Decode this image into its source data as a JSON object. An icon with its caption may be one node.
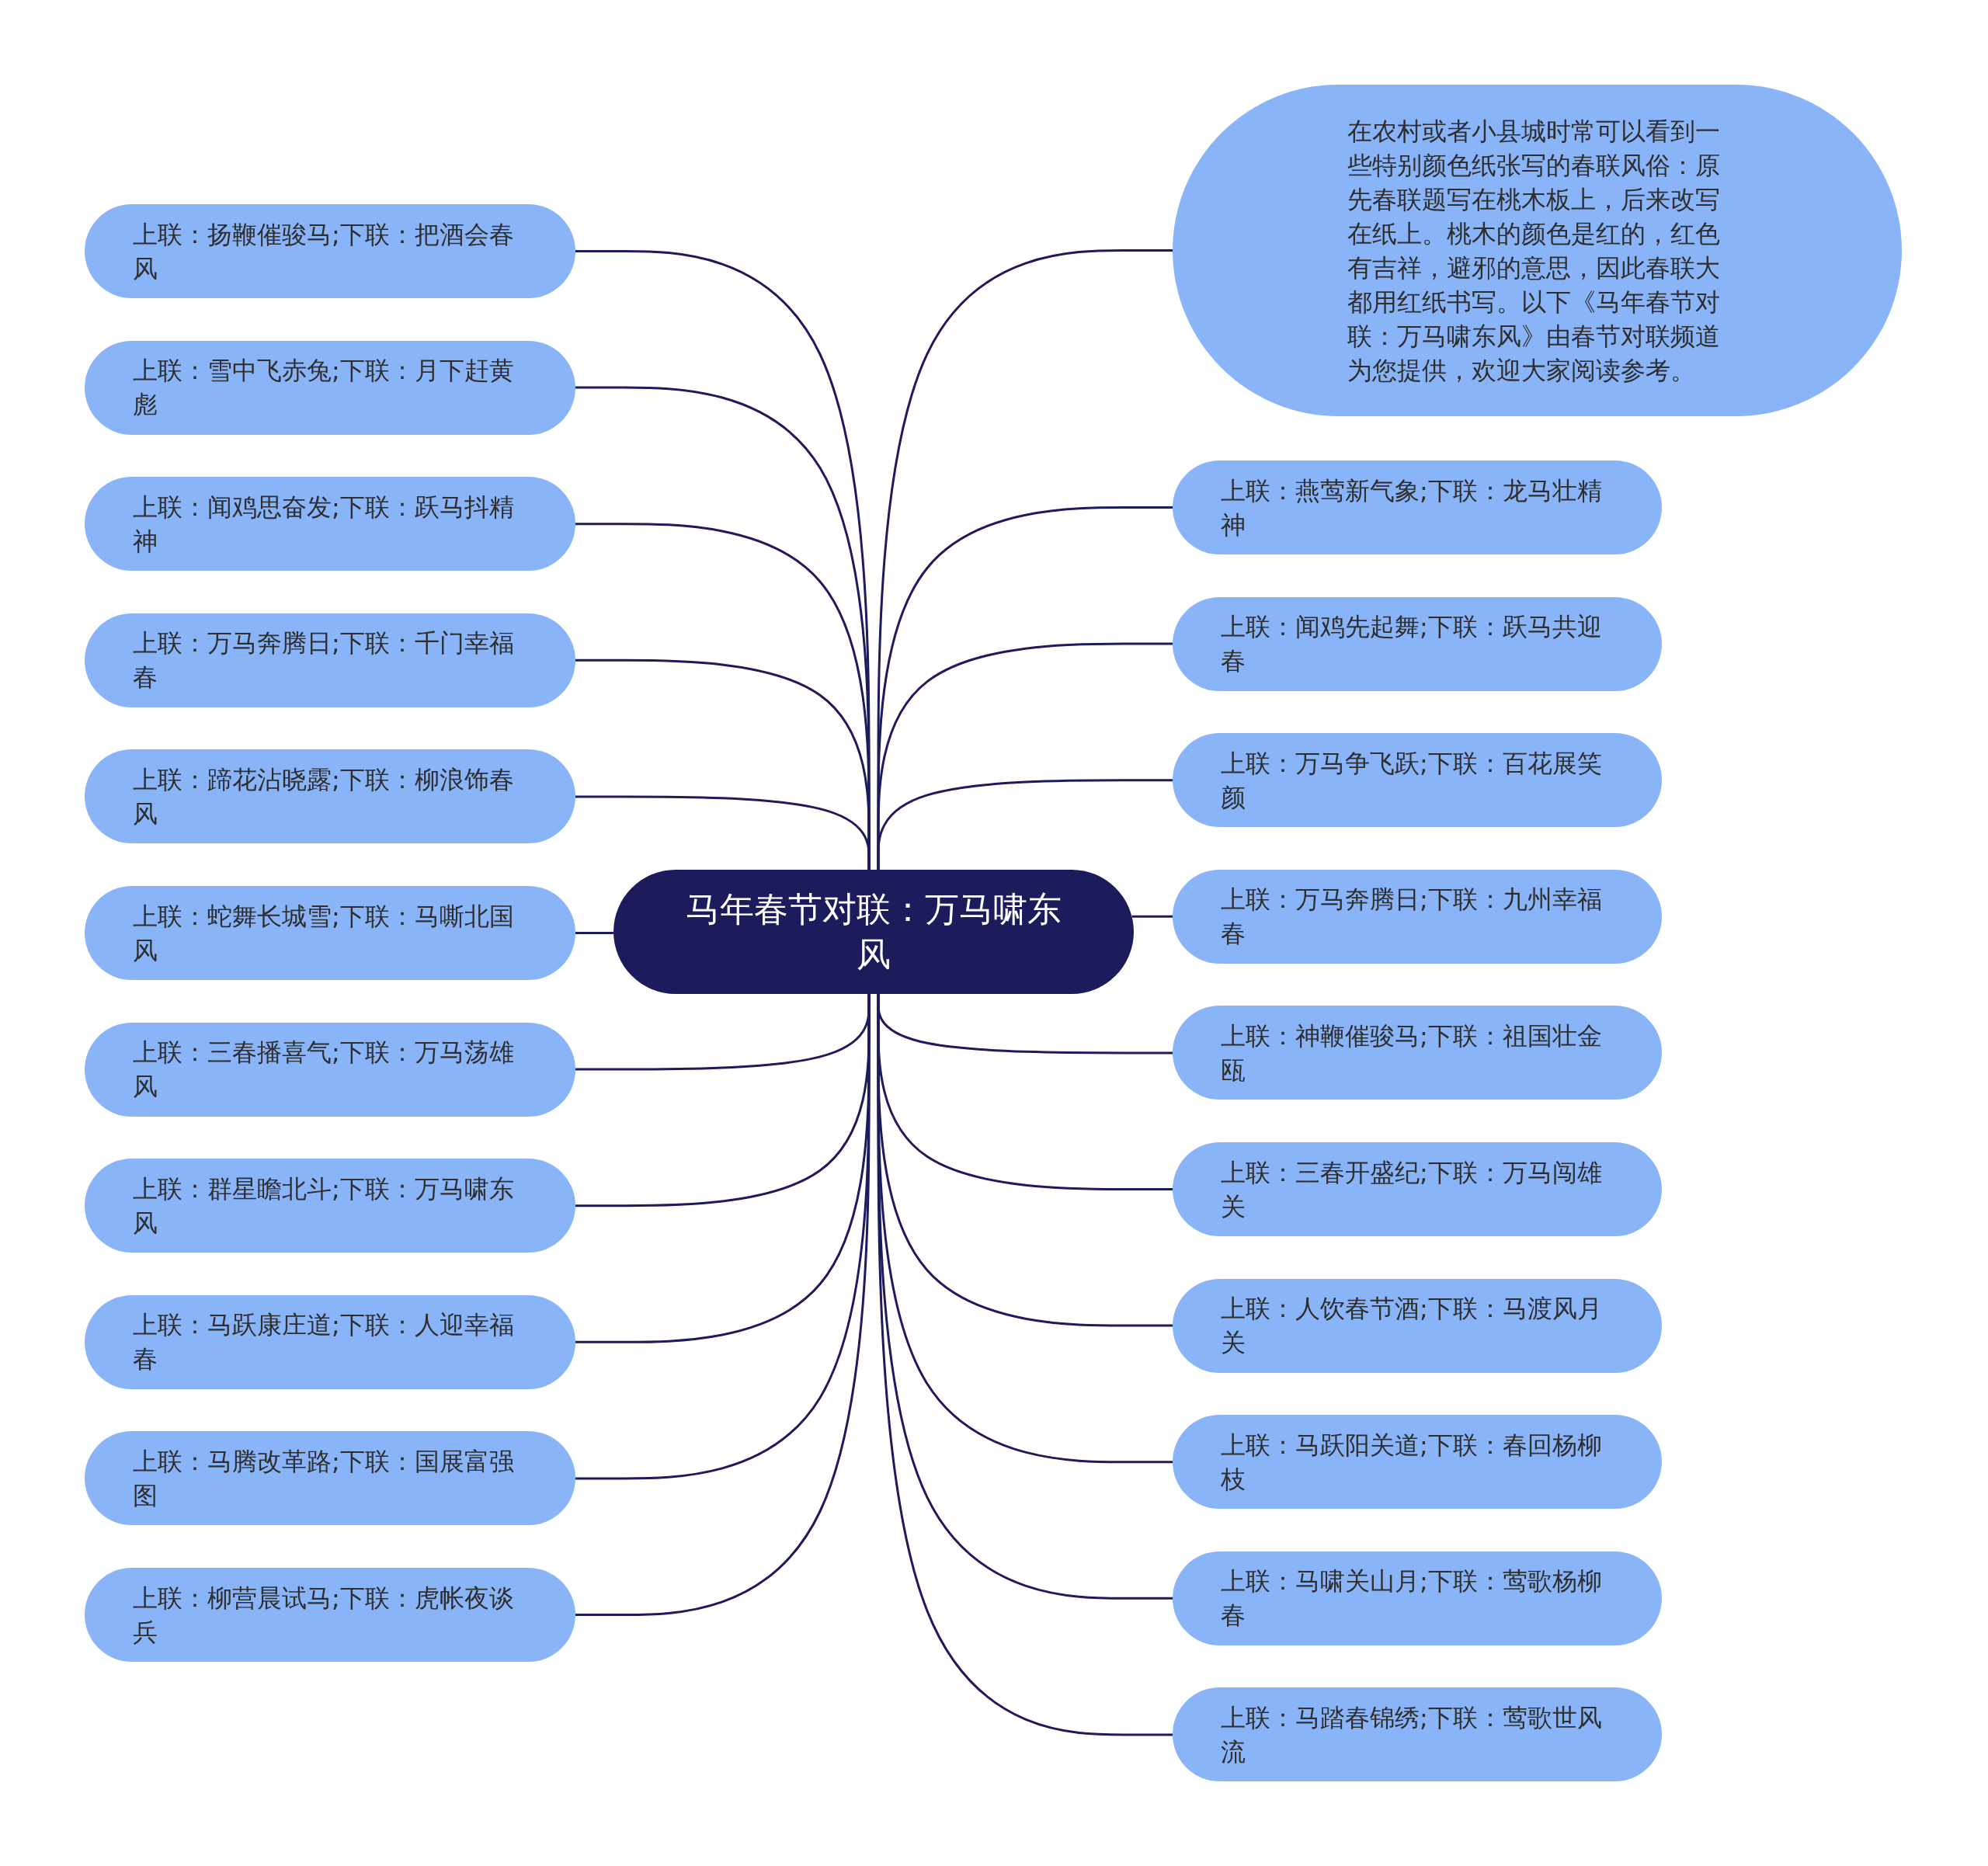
{
  "diagram": {
    "nodes": [
      {
        "text": [
          "马年春节对联：万马啸东风"
        ]
      },
      {
        "text": [
          "上联：扬鞭催骏马;下联：把酒会春风"
        ]
      },
      {
        "text": [
          "上联：雪中飞赤兔;下联：月下赶黄彪"
        ]
      },
      {
        "text": [
          "上联：闻鸡思奋发;下联：跃马抖精神"
        ]
      },
      {
        "text": [
          "上联：万马奔腾日;下联：千门幸福春"
        ]
      },
      {
        "text": [
          "上联：蹄花沾晓露;下联：柳浪饰春风"
        ]
      },
      {
        "text": [
          "上联：蛇舞长城雪;下联：马嘶北国风"
        ]
      },
      {
        "text": [
          "上联：三春播喜气;下联：万马荡雄风"
        ]
      },
      {
        "text": [
          "上联：群星瞻北斗;下联：万马啸东风"
        ]
      },
      {
        "text": [
          "上联：马跃康庄道;下联：人迎幸福春"
        ]
      },
      {
        "text": [
          "上联：马腾改革路;下联：国展富强图"
        ]
      },
      {
        "text": [
          "上联：柳营晨试马;下联：虎帐夜谈兵"
        ]
      },
      {
        "text": [
          "在农村或者小县城时常可以看到一些特别颜色纸张写的春联风俗：原先春联题写在桃木板上，后来改写在纸上。桃木的颜色是红的，红色有吉祥，避邪的意思，因此春联大都用红纸书写。以下《马年春节对联：万马啸东风》由春节对联频道为您提供，欢迎大家阅读参考。"
        ]
      },
      {
        "text": [
          "上联：燕莺新气象;下联：龙马壮精神"
        ]
      },
      {
        "text": [
          "上联：闻鸡先起舞;下联：跃马共迎春"
        ]
      },
      {
        "text": [
          "上联：万马争飞跃;下联：百花展笑颜"
        ]
      },
      {
        "text": [
          "上联：万马奔腾日;下联：九州幸福春"
        ]
      },
      {
        "text": [
          "上联：神鞭催骏马;下联：祖国壮金瓯"
        ]
      },
      {
        "text": [
          "上联：三春开盛纪;下联：万马闯雄关"
        ]
      },
      {
        "text": [
          "上联：人饮春节酒;下联：马渡风月关"
        ]
      },
      {
        "text": [
          "上联：马跃阳关道;下联：春回杨柳枝"
        ]
      },
      {
        "text": [
          "上联：马啸关山月;下联：莺歌杨柳春"
        ]
      },
      {
        "text": [
          "上联：马踏春锦绣;下联：莺歌世风流"
        ]
      }
    ],
    "edges": [
      {
        "from": 0,
        "to": 1,
        "arrow": "none"
      },
      {
        "from": 0,
        "to": 2,
        "arrow": "none"
      },
      {
        "from": 0,
        "to": 3,
        "arrow": "none"
      },
      {
        "from": 0,
        "to": 4,
        "arrow": "none"
      },
      {
        "from": 0,
        "to": 5,
        "arrow": "none"
      },
      {
        "from": 0,
        "to": 6,
        "arrow": "none"
      },
      {
        "from": 0,
        "to": 7,
        "arrow": "none"
      },
      {
        "from": 0,
        "to": 8,
        "arrow": "none"
      },
      {
        "from": 0,
        "to": 9,
        "arrow": "none"
      },
      {
        "from": 0,
        "to": 10,
        "arrow": "none"
      },
      {
        "from": 0,
        "to": 11,
        "arrow": "none"
      },
      {
        "from": 0,
        "to": 12,
        "arrow": "none"
      },
      {
        "from": 0,
        "to": 13,
        "arrow": "none"
      },
      {
        "from": 0,
        "to": 14,
        "arrow": "none"
      },
      {
        "from": 0,
        "to": 15,
        "arrow": "none"
      },
      {
        "from": 0,
        "to": 16,
        "arrow": "none"
      },
      {
        "from": 0,
        "to": 17,
        "arrow": "none"
      },
      {
        "from": 0,
        "to": 18,
        "arrow": "none"
      },
      {
        "from": 0,
        "to": 19,
        "arrow": "none"
      },
      {
        "from": 0,
        "to": 20,
        "arrow": "none"
      },
      {
        "from": 0,
        "to": 21,
        "arrow": "none"
      },
      {
        "from": 0,
        "to": 22,
        "arrow": "none"
      }
    ]
  }
}
